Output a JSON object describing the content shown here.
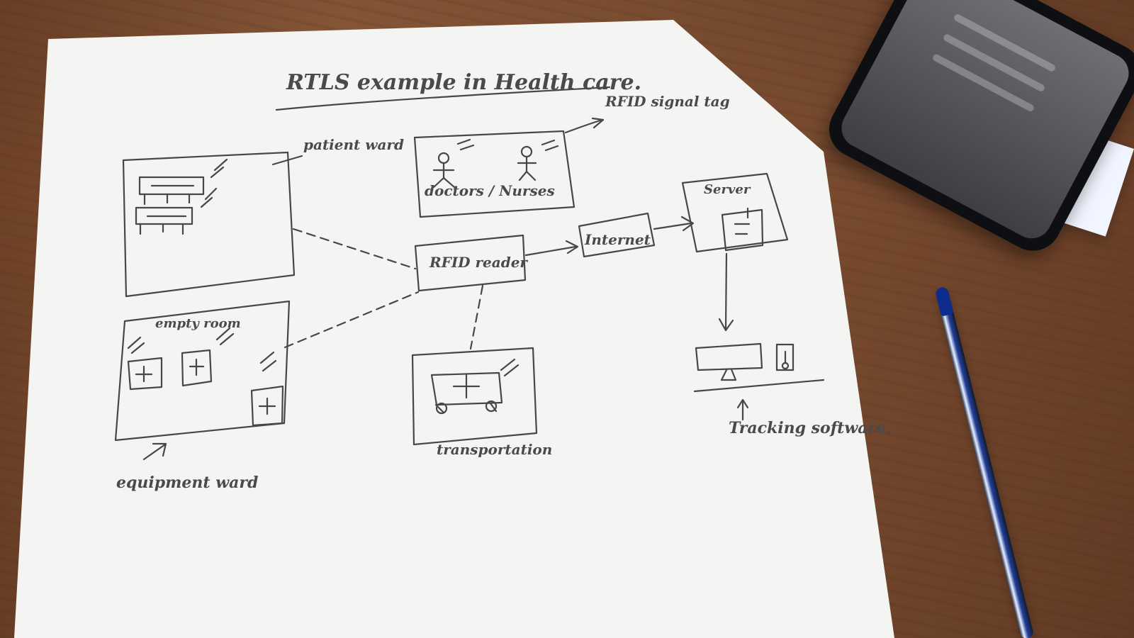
{
  "diagram": {
    "title": "RTLS example in Health care.",
    "labels": {
      "patient_ward": "patient ward",
      "rfid_signal_tag": "RFID signal tag",
      "doctors_nurses": "doctors / Nurses",
      "server": "Server",
      "rfid_reader": "RFID reader",
      "internet": "Internet",
      "empty_room": "empty room",
      "equipment_ward": "equipment ward",
      "transportation": "transportation",
      "tracking_software": "Tracking software."
    }
  }
}
